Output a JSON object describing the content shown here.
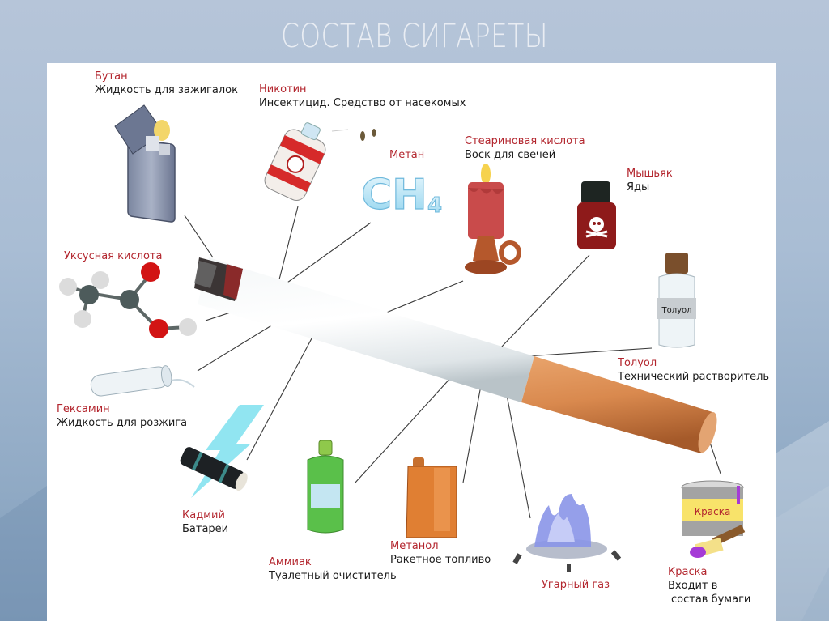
{
  "slide": {
    "title": "СОСТАВ СИГАРЕТЫ",
    "colors": {
      "background": "#aabdd4",
      "panel": "#ffffff",
      "name_label": "#b3262e",
      "desc_label": "#1a1a1a",
      "title_text": "#e9edf3",
      "filter": "#d9894e",
      "leader_line": "#333333"
    }
  },
  "components": [
    {
      "id": "butane",
      "name": "Бутан",
      "desc": "Жидкость для зажигалок",
      "icon": "lighter-icon"
    },
    {
      "id": "nicotine",
      "name": "Никотин",
      "desc": "Инсектицид. Средство от насекомых",
      "icon": "insecticide-spray-icon"
    },
    {
      "id": "methane",
      "name": "Метан",
      "desc": "",
      "icon": "ch4-formula-icon",
      "formula": "CH",
      "formula_sub": "4"
    },
    {
      "id": "stearic",
      "name": "Стеариновая кислота",
      "desc": "Воск для свечей",
      "icon": "candle-icon"
    },
    {
      "id": "arsenic",
      "name": "Мышьяк",
      "desc": "Яды",
      "icon": "poison-bottle-icon"
    },
    {
      "id": "acetic",
      "name": "Уксусная кислота",
      "desc": "",
      "icon": "molecule-icon"
    },
    {
      "id": "toluene",
      "name": "Толуол",
      "desc": "Технический растворитель",
      "icon": "toluene-bottle-icon",
      "bottle_label": "Толуол"
    },
    {
      "id": "hexamine",
      "name": "Гексамин",
      "desc": "Жидкость для розжига",
      "icon": "test-tube-icon"
    },
    {
      "id": "cadmium",
      "name": "Кадмий",
      "desc": "Батареи",
      "icon": "battery-icon"
    },
    {
      "id": "ammonia",
      "name": "Аммиак",
      "desc": "Туалетный очиститель",
      "icon": "cleaner-bottle-icon"
    },
    {
      "id": "methanol",
      "name": "Метанол",
      "desc": "Ракетное топливо",
      "icon": "canister-icon"
    },
    {
      "id": "co",
      "name": "Угарный газ",
      "desc": "",
      "icon": "gas-burner-icon"
    },
    {
      "id": "paint",
      "name": "Краска",
      "desc_lines": [
        "Входит в",
        "состав бумаги"
      ],
      "icon": "paint-can-icon",
      "can_label": "Краска"
    }
  ]
}
